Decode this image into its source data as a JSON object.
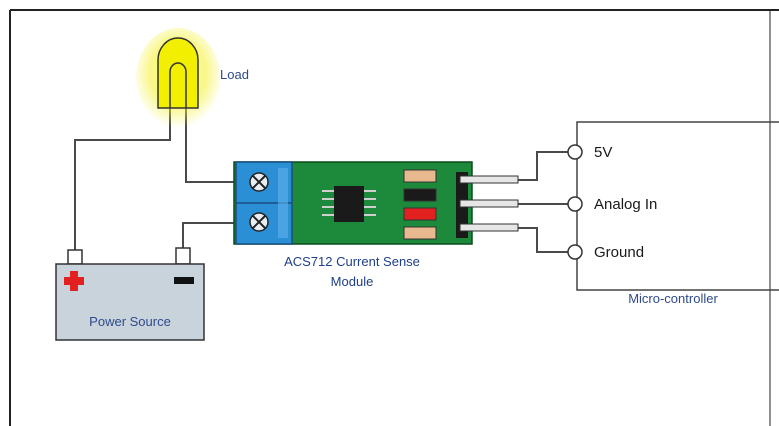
{
  "diagram": {
    "load_label": "Load",
    "power_source_label": "Power Source",
    "module_label_line1": "ACS712 Current Sense",
    "module_label_line2": "Module",
    "mcu_label": "Micro-controller",
    "pins": [
      "5V",
      "Analog In",
      "Ground"
    ]
  },
  "colors": {
    "module_green": "#1d8a3b",
    "terminal_blue": "#2b8fd6",
    "battery_fill": "#c9d3dc",
    "bulb_yellow": "#f2f000",
    "resistor_tan": "#e8b98f",
    "resistor_red": "#e32020"
  }
}
